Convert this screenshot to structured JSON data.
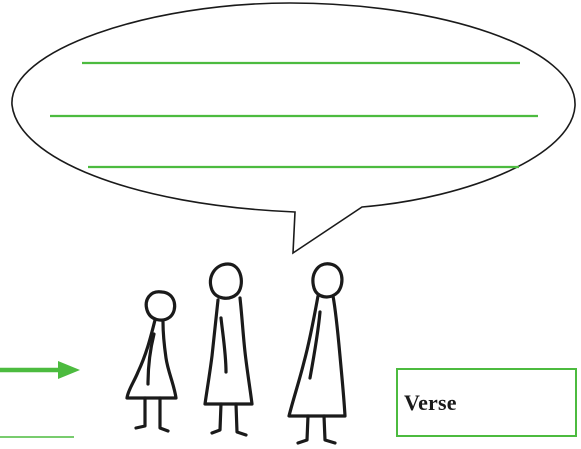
{
  "verse_box": {
    "label": "Verse"
  },
  "speech_bubble": {
    "writing_lines": 3
  },
  "figures": {
    "count": 3
  },
  "colors": {
    "accent_green": "#4cbb3f",
    "outline": "#1a1a1a",
    "background": "#ffffff"
  }
}
